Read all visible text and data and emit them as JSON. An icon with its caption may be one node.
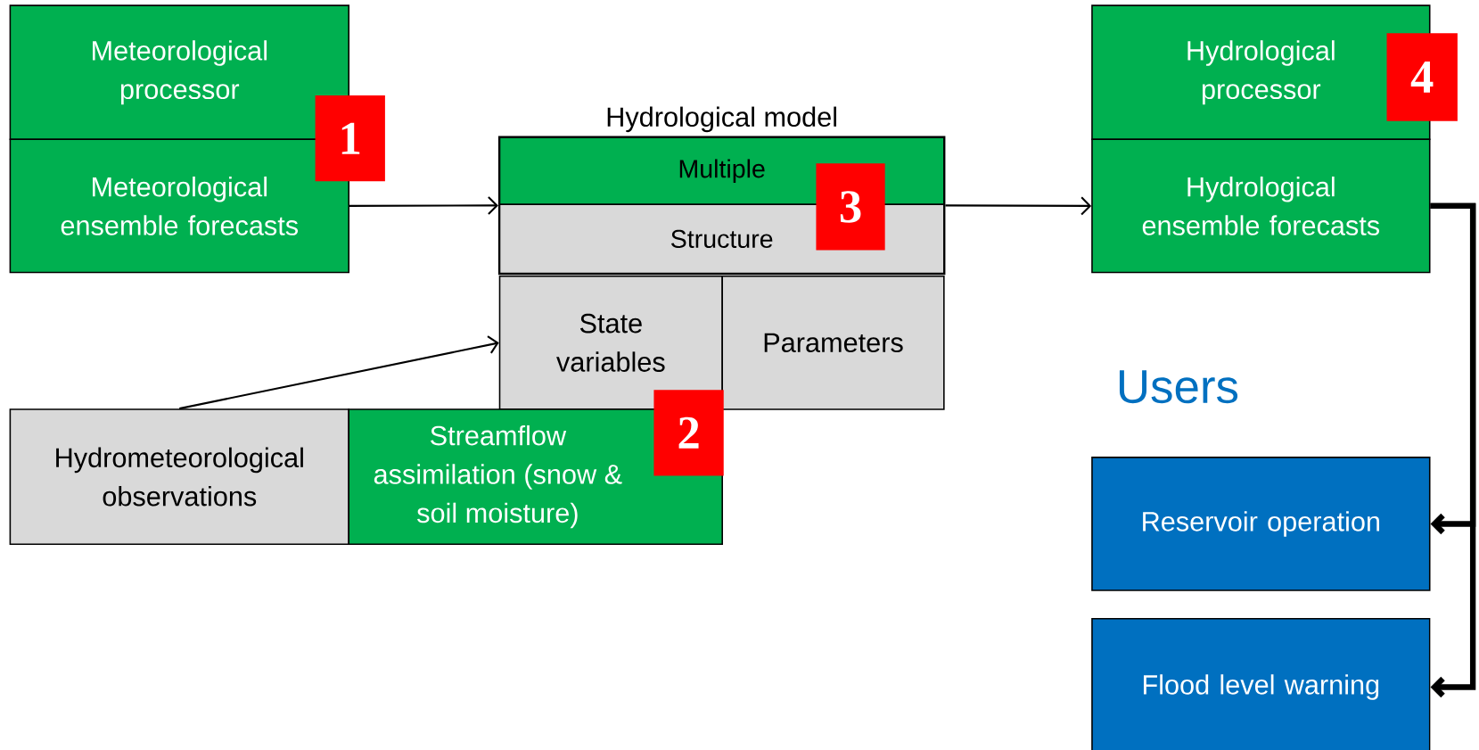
{
  "diagram": {
    "nodes": [
      {
        "text": [
          "Meteorological processor"
        ]
      },
      {
        "text": [
          "Meteorological ensemble forecasts"
        ]
      },
      {
        "text": [
          "1"
        ]
      },
      {
        "text": [
          "Hydrological model"
        ]
      },
      {
        "text": [
          "Multiple"
        ],
        "in": 3
      },
      {
        "text": [
          "Structure"
        ],
        "in": 3
      },
      {
        "text": [
          "3"
        ],
        "in": 3
      },
      {
        "text": [
          "Hydrological processor"
        ]
      },
      {
        "text": [
          "4"
        ]
      },
      {
        "text": [
          "Hydrological ensemble forecasts"
        ]
      },
      {
        "text": [
          "State variables"
        ]
      },
      {
        "text": [
          "Parameters"
        ]
      },
      {
        "text": [
          "2"
        ]
      },
      {
        "text": [
          "Hydrometeorological observations"
        ]
      },
      {
        "text": [
          "Streamflow assimilation (snow & soil moisture)"
        ]
      },
      {
        "text": [
          "Reservoir operation"
        ]
      },
      {
        "text": [
          "Flood level warning"
        ]
      }
    ],
    "edges": [
      {
        "from": 1,
        "to": 3,
        "arrow": "to"
      },
      {
        "from": 3,
        "to": 9,
        "arrow": "to"
      },
      {
        "from": 13,
        "to": 10,
        "arrow": "to"
      },
      {
        "from": 9,
        "to": 15,
        "arrow": "to",
        "style": "thick"
      },
      {
        "from": 9,
        "to": 16,
        "arrow": "to",
        "style": "thick"
      }
    ],
    "labels": [
      "Users"
    ]
  }
}
